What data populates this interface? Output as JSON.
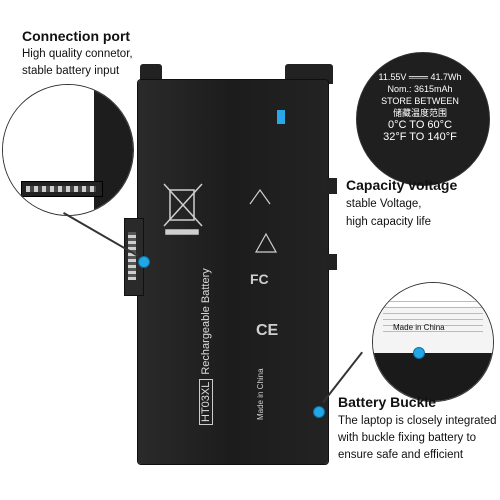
{
  "callouts": {
    "connection": {
      "title": "Connection port",
      "lines": [
        "High quality connetor,",
        "stable battery input"
      ]
    },
    "capacity": {
      "title": "Capacity voltage",
      "lines": [
        "stable Voltage,",
        "high capacity life"
      ]
    },
    "buckle": {
      "title": "Battery Buckle",
      "lines": [
        "The laptop is closely integrated",
        "with buckle fixing battery to",
        "ensure safe and efficient"
      ]
    }
  },
  "spec_label": {
    "line1": "11.55V ═══ 41.7Wh",
    "line2": "Nom.: 3615mAh",
    "line3": "STORE BETWEEN",
    "line4": "储藏温度范围",
    "line5": "0°C TO 60°C",
    "line6": "32°F TO 140°F"
  },
  "made_in_china_zoom": "Made in China",
  "made_in_china_battery": "Made in China",
  "battery": {
    "model": "HT03XL",
    "type": "Rechargeable Battery",
    "fc_mark": "FC",
    "ce_mark": "CE"
  },
  "colors": {
    "accent": "#22a7e6",
    "battery": "#1f1f1f"
  }
}
